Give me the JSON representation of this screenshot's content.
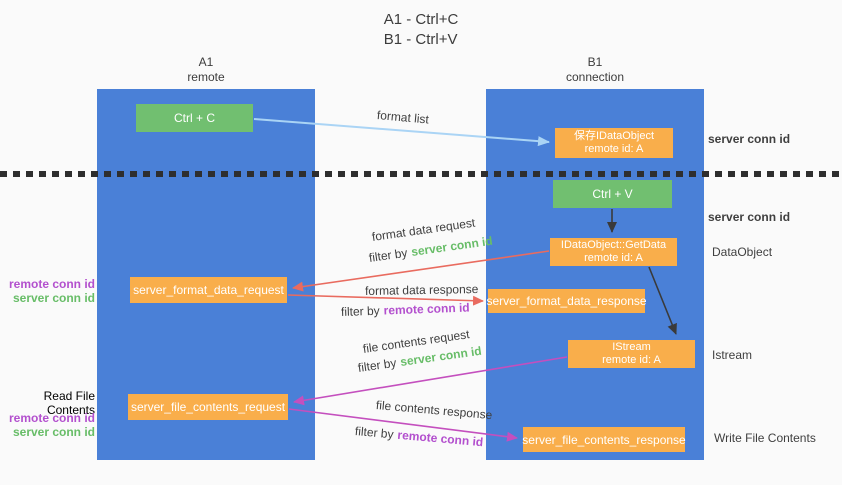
{
  "title": {
    "line1": "A1 - Ctrl+C",
    "line2": "B1 - Ctrl+V"
  },
  "lanes": {
    "a": {
      "name": "A1",
      "subtitle": "remote"
    },
    "b": {
      "name": "B1",
      "subtitle": "connection"
    }
  },
  "nodes": {
    "ctrl_c": "Ctrl + C",
    "ctrl_v": "Ctrl + V",
    "save_dataobject": {
      "line1": "保存IDataObject",
      "line2": "remote id: A"
    },
    "getdata": {
      "line1": "IDataObject::GetData",
      "line2": "remote id: A"
    },
    "istream": {
      "line1": "IStream",
      "line2": "remote id: A"
    },
    "server_format_data_request": "server_format_data_request",
    "server_format_data_response": "server_format_data_response",
    "server_file_contents_request": "server_file_contents_request",
    "server_file_contents_response": "server_file_contents_response"
  },
  "edge_labels": {
    "format_list": "format list",
    "format_data_request": "format data request",
    "format_data_response": "format data response",
    "file_contents_request": "file contents request",
    "file_contents_response": "file contents response",
    "filter_by": "filter by",
    "server_conn_id": "server conn id",
    "remote_conn_id": "remote conn id"
  },
  "side_labels": {
    "left": {
      "remote_conn_id_top": "remote conn id",
      "server_conn_id_top": "server conn id",
      "read_file_contents": "Read File Contents",
      "remote_conn_id_bottom": "remote conn id",
      "server_conn_id_bottom": "server conn id"
    },
    "right": {
      "server_conn_id_top": "server conn id",
      "server_conn_id_mid": "server conn id",
      "dataobject": "DataObject",
      "istream": "Istream",
      "write_file_contents": "Write File Contents"
    }
  },
  "colors": {
    "background": "#fafafa",
    "lane_blue": "#4a80d7",
    "node_orange": "#f9ae4b",
    "node_green": "#71bf70",
    "green_text": "#68bd68",
    "purple_text": "#b350ce",
    "red_arrow": "#e96b5f",
    "magenta_arrow": "#c44fbe",
    "light_blue_arrow": "#aad4f5",
    "black_arrow": "#3a3a3a",
    "text": "#3f3f3f"
  }
}
